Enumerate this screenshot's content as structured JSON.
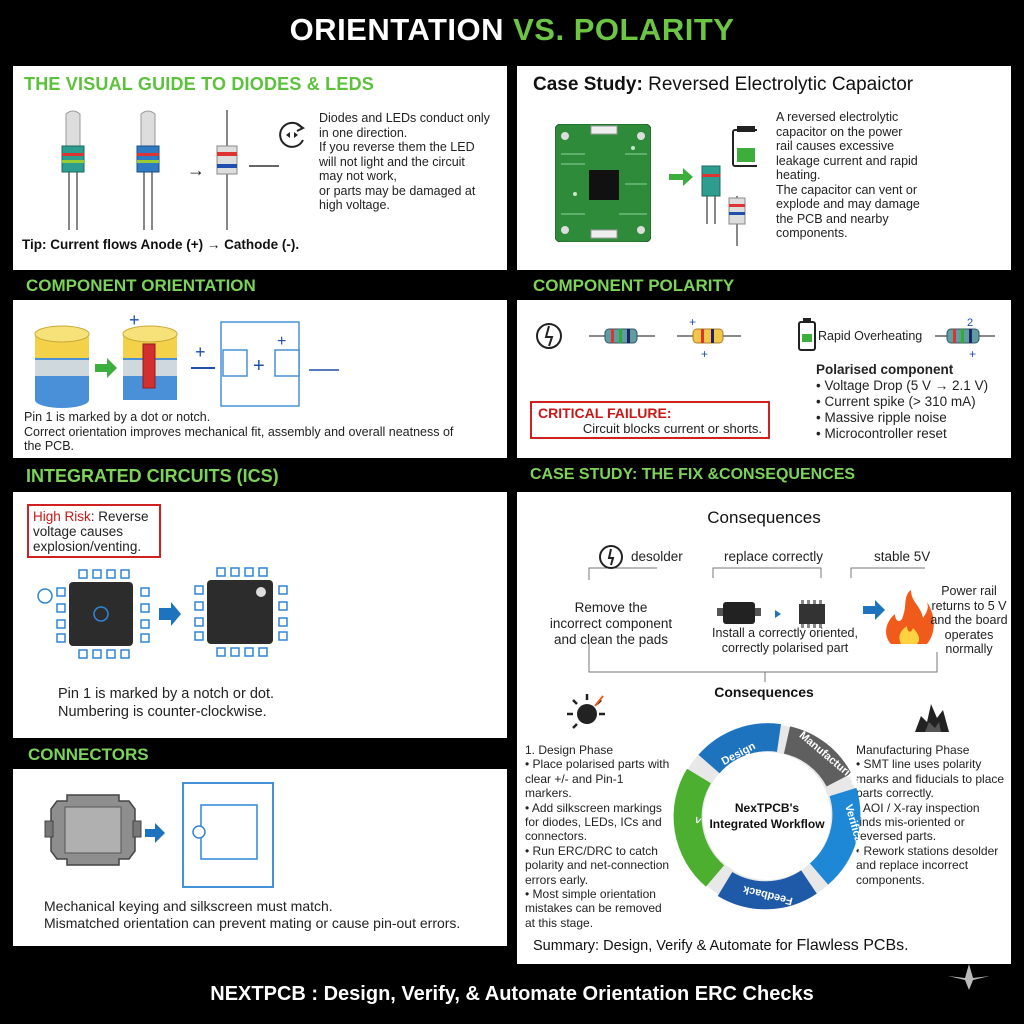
{
  "title": {
    "part1": "ORIENTATION",
    "part2": " VS. POLARITY"
  },
  "diodes": {
    "header": "THE VISUAL GUIDE TO DIODES & LEDS",
    "text": [
      "Diodes and LEDs conduct only",
      "in one direction.",
      "If you reverse them the LED",
      "will not light and the circuit",
      "may not work,",
      "or parts may be damaged at",
      "high voltage."
    ],
    "tip": "Tip: Current flows Anode (+) → Cathode (-).",
    "arrow": "→"
  },
  "case_study": {
    "header_bold": "Case Study:",
    "header_rest": " Reversed Electrolytic Capaictor",
    "text": [
      "A reversed electrolytic",
      "capacitor on the power",
      "rail causes excessive",
      "leakage current and rapid",
      "heating.",
      "The capacitor can vent or",
      "explode and may damage",
      "the PCB and nearby",
      "components."
    ]
  },
  "orientation": {
    "header": "COMPONENT ORIENTATION",
    "plus_marks": [
      "+",
      "+",
      "+",
      "+"
    ],
    "text1": "Pin 1 is marked by a dot or notch.",
    "text2": "Correct orientation improves mechanical fit, assembly and overall neatness of",
    "text3": "the PCB."
  },
  "polarity": {
    "header": "COMPONENT POLARITY",
    "rapid": "Rapid Overheating",
    "small_marks": [
      "+",
      "+",
      "2",
      "+"
    ],
    "polarised_title": "Polarised component",
    "bullets": [
      "Voltage Drop (5 V → 2.1 V)",
      "Current spike (> 310 mA)",
      "Massive ripple noise",
      "Microcontroller reset"
    ],
    "critical_title": "CRITICAL FAILURE:",
    "critical_text": "Circuit blocks current or shorts."
  },
  "ics": {
    "header": "INTEGRATED CIRCUITS  (ICS)",
    "risk_bold": "High Risk",
    "risk_rest": ": Reverse",
    "risk_line2": "voltage causes",
    "risk_line3": "explosion/venting.",
    "text1": "Pin 1 is marked by a notch or dot.",
    "text2": "Numbering is counter-clockwise."
  },
  "connectors": {
    "header": "CONNECTORS",
    "text1": "Mechanical keying and silkscreen must match.",
    "text2": "Mismatched orientation can prevent mating or cause pin-out errors."
  },
  "fix": {
    "header": "CASE STUDY: THE FIX &CONSEQUENCES",
    "consequences_top": "Consequences",
    "step1": "desolder",
    "step2": "replace correctly",
    "step3": "stable 5V",
    "desc1": [
      "Remove the",
      "incorrect component",
      "and clean the pads"
    ],
    "desc2": [
      "Install a correctly oriented,",
      "correctly polarised part"
    ],
    "desc3": [
      "Power rail",
      "returns to 5 V",
      "and the board",
      "operates",
      "normally"
    ],
    "consequences_mid": "Consequences",
    "design_title": "1. Design Phase",
    "design_bullets": [
      "Place polarised parts with clear +/- and Pin-1 markers.",
      "Add silkscreen markings for diodes, LEDs, ICs and connectors.",
      "Run ERC/DRC to catch polarity and net-connection errors early.",
      "Most simple orientation mistakes can be removed at this stage."
    ],
    "mfg_title": "Manufacturing Phase",
    "mfg_bullets": [
      "SMT line uses polarity marks and fiducials to place parts correctly.",
      "AOI / X-ray inspection finds mis-oriented or reversed parts.",
      "Rework stations desolder and replace incorrect components."
    ],
    "cycle_center1": "NexTPCB's",
    "cycle_center2": "Integrated Workflow",
    "cycle_segments": [
      "Design",
      "Manufacturing",
      "Verification",
      "Feedback",
      "<"
    ],
    "summary_a": "Summary: Design, Verify & Automate for ",
    "summary_b": "Flawless",
    "summary_c": " PCBs."
  },
  "footer": "NEXTPCB : Design, Verify, & Automate Orientation ERC Checks",
  "colors": {
    "accent_green": "#5cc23c",
    "danger_red": "#d02020",
    "blue": "#1e73be",
    "dark_bg": "#000000"
  }
}
